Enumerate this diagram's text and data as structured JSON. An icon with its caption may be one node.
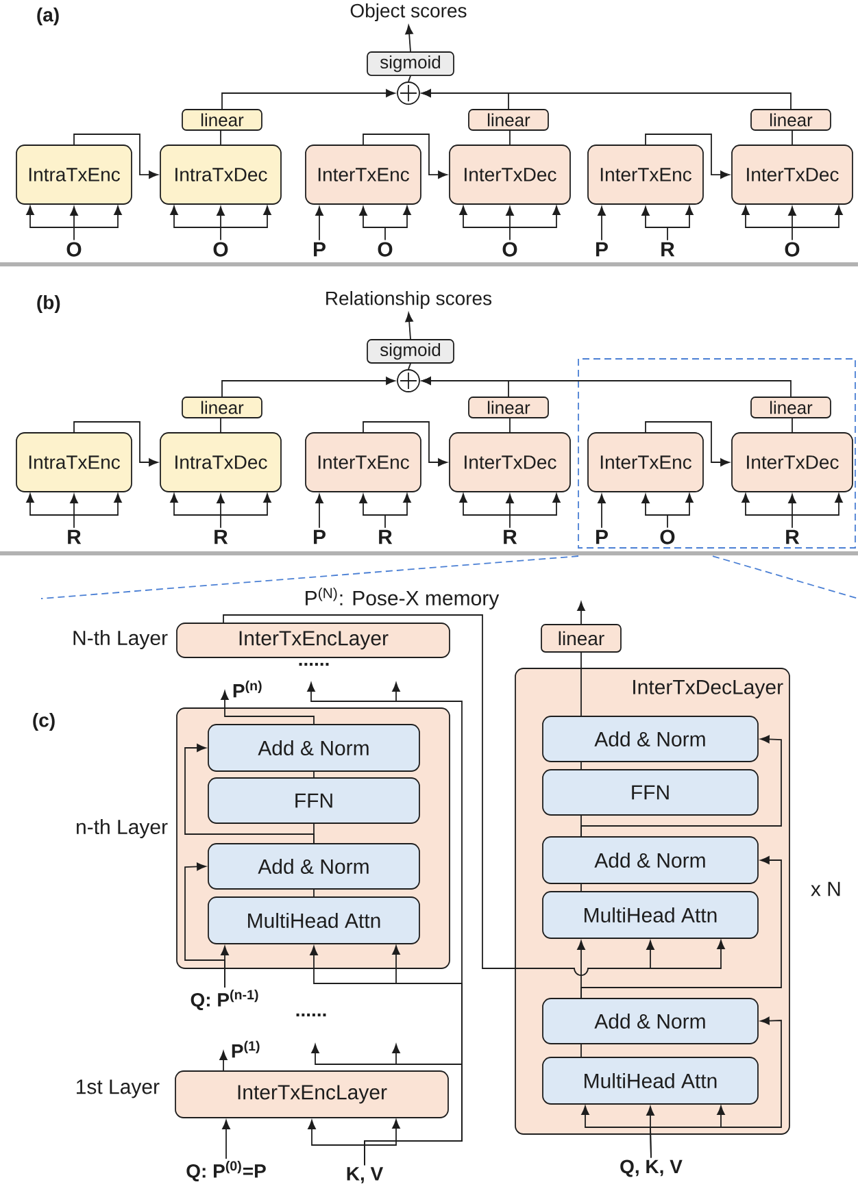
{
  "diagram": {
    "nodes": [
      {
        "text": [
          "IntraTxEnc"
        ]
      },
      {
        "text": [
          "IntraTxDec"
        ]
      },
      {
        "text": [
          "InterTxEnc"
        ]
      },
      {
        "text": [
          "InterTxDec"
        ]
      },
      {
        "text": [
          "InterTxEnc"
        ]
      },
      {
        "text": [
          "InterTxDec"
        ]
      },
      {
        "text": [
          "linear"
        ]
      },
      {
        "text": [
          "linear"
        ]
      },
      {
        "text": [
          "linear"
        ]
      },
      {
        "text": [],
        "shape": "circle"
      },
      {
        "text": [
          "sigmoid"
        ]
      },
      {
        "text": [
          "Object scores"
        ]
      },
      {
        "text": [
          "O"
        ]
      },
      {
        "text": [
          "O"
        ]
      },
      {
        "text": [
          "P"
        ]
      },
      {
        "text": [
          "O"
        ]
      },
      {
        "text": [
          "O"
        ]
      },
      {
        "text": [
          "P"
        ]
      },
      {
        "text": [
          "R"
        ]
      },
      {
        "text": [
          "O"
        ]
      },
      {
        "text": [
          "IntraTxEnc"
        ]
      },
      {
        "text": [
          "IntraTxDec"
        ]
      },
      {
        "text": [
          "InterTxEnc"
        ]
      },
      {
        "text": [
          "InterTxDec"
        ]
      },
      {
        "text": [
          "InterTxEnc"
        ]
      },
      {
        "text": [
          "InterTxDec"
        ]
      },
      {
        "text": [
          "linear"
        ]
      },
      {
        "text": [
          "linear"
        ]
      },
      {
        "text": [
          "linear"
        ]
      },
      {
        "text": [],
        "shape": "circle"
      },
      {
        "text": [
          "sigmoid"
        ]
      },
      {
        "text": [
          "Relationship scores"
        ]
      },
      {
        "text": [
          "R"
        ]
      },
      {
        "text": [
          "R"
        ]
      },
      {
        "text": [
          "P"
        ]
      },
      {
        "text": [
          "R"
        ]
      },
      {
        "text": [
          "R"
        ]
      },
      {
        "text": [
          "P"
        ]
      },
      {
        "text": [
          "O"
        ]
      },
      {
        "text": [
          "R"
        ]
      },
      {
        "text": [
          "InterTxEncLayer"
        ],
        "beside": [
          "N-th Layer"
        ]
      },
      {
        "text": [
          "P$^{(n)}$"
        ]
      },
      {
        "text": [],
        "shape": "box",
        "beside": [
          "n-th Layer"
        ]
      },
      {
        "text": [
          "Add & Norm"
        ],
        "in": 42
      },
      {
        "text": [
          "FFN"
        ],
        "in": 42
      },
      {
        "text": [
          "Add & Norm"
        ],
        "in": 42
      },
      {
        "text": [
          "MultiHead Attn"
        ],
        "in": 42
      },
      {
        "text": [
          "Q: P$^{(n-1)}$"
        ]
      },
      {
        "text": [
          "P$^{(1)}$"
        ]
      },
      {
        "text": [
          "InterTxEncLayer"
        ],
        "beside": [
          "1st Layer"
        ]
      },
      {
        "text": [
          "Q: P$^{(0)}$=P"
        ]
      },
      {
        "text": [
          "K, V"
        ]
      },
      {
        "text": [
          "linear"
        ]
      },
      {
        "text": [
          "InterTxDecLayer"
        ],
        "beside": [
          "x N"
        ]
      },
      {
        "text": [
          "Add & Norm"
        ],
        "in": 53
      },
      {
        "text": [
          "FFN"
        ],
        "in": 53
      },
      {
        "text": [
          "Add & Norm"
        ],
        "in": 53
      },
      {
        "text": [
          "MultiHead Attn"
        ],
        "in": 53
      },
      {
        "text": [
          "Add & Norm"
        ],
        "in": 53
      },
      {
        "text": [
          "MultiHead Attn"
        ],
        "in": 53
      },
      {
        "text": [
          "Q, K, V"
        ]
      }
    ],
    "edges": [
      {
        "from": 12,
        "to": 0,
        "arrow": "to"
      },
      {
        "from": 13,
        "to": 1,
        "arrow": "to"
      },
      {
        "from": 14,
        "to": 2,
        "arrow": "to"
      },
      {
        "from": 15,
        "to": 2,
        "arrow": "to"
      },
      {
        "from": 16,
        "to": 3,
        "arrow": "to"
      },
      {
        "from": 17,
        "to": 4,
        "arrow": "to"
      },
      {
        "from": 18,
        "to": 4,
        "arrow": "to"
      },
      {
        "from": 19,
        "to": 5,
        "arrow": "to"
      },
      {
        "from": 0,
        "to": 1,
        "arrow": "to"
      },
      {
        "from": 2,
        "to": 3,
        "arrow": "to"
      },
      {
        "from": 4,
        "to": 5,
        "arrow": "to"
      },
      {
        "from": 1,
        "to": 6,
        "arrow": "none"
      },
      {
        "from": 3,
        "to": 7,
        "arrow": "none"
      },
      {
        "from": 5,
        "to": 8,
        "arrow": "none"
      },
      {
        "from": 6,
        "to": 9,
        "arrow": "to"
      },
      {
        "from": 7,
        "to": 9,
        "arrow": "to"
      },
      {
        "from": 8,
        "to": 9,
        "arrow": "to"
      },
      {
        "from": 9,
        "to": 10,
        "arrow": "none"
      },
      {
        "from": 10,
        "to": 11,
        "arrow": "to"
      },
      {
        "from": 32,
        "to": 20,
        "arrow": "to"
      },
      {
        "from": 33,
        "to": 21,
        "arrow": "to"
      },
      {
        "from": 34,
        "to": 22,
        "arrow": "to"
      },
      {
        "from": 35,
        "to": 22,
        "arrow": "to"
      },
      {
        "from": 36,
        "to": 23,
        "arrow": "to"
      },
      {
        "from": 37,
        "to": 24,
        "arrow": "to"
      },
      {
        "from": 38,
        "to": 24,
        "arrow": "to"
      },
      {
        "from": 39,
        "to": 25,
        "arrow": "to"
      },
      {
        "from": 20,
        "to": 21,
        "arrow": "to"
      },
      {
        "from": 22,
        "to": 23,
        "arrow": "to"
      },
      {
        "from": 24,
        "to": 25,
        "arrow": "to"
      },
      {
        "from": 21,
        "to": 26,
        "arrow": "none"
      },
      {
        "from": 23,
        "to": 27,
        "arrow": "none"
      },
      {
        "from": 25,
        "to": 28,
        "arrow": "none"
      },
      {
        "from": 26,
        "to": 29,
        "arrow": "to"
      },
      {
        "from": 27,
        "to": 29,
        "arrow": "to"
      },
      {
        "from": 28,
        "to": 29,
        "arrow": "to"
      },
      {
        "from": 29,
        "to": 30,
        "arrow": "none"
      },
      {
        "from": 30,
        "to": 31,
        "arrow": "to"
      },
      {
        "from": 47,
        "to": 46,
        "arrow": "to"
      },
      {
        "from": 47,
        "to": 45,
        "arrow": "to"
      },
      {
        "from": 46,
        "to": 45,
        "arrow": "none"
      },
      {
        "from": 45,
        "to": 44,
        "arrow": "none"
      },
      {
        "from": 45,
        "to": 43,
        "arrow": "to"
      },
      {
        "from": 44,
        "to": 43,
        "arrow": "none"
      },
      {
        "from": 43,
        "to": 41,
        "arrow": "to"
      },
      {
        "from": 51,
        "to": 49,
        "arrow": "to"
      },
      {
        "from": 51,
        "to": 46,
        "arrow": "to"
      },
      {
        "from": 51,
        "to": null,
        "arrow": "to"
      },
      {
        "from": 51,
        "to": null,
        "arrow": "to"
      },
      {
        "from": 50,
        "to": 49,
        "arrow": "to"
      },
      {
        "from": 49,
        "to": 48,
        "arrow": "to"
      },
      {
        "from": 40,
        "to": 57,
        "arrow": "to",
        "label": "P$^{(N)}$: Pose-X memory"
      },
      {
        "from": 60,
        "to": 59,
        "arrow": "to"
      },
      {
        "from": 60,
        "to": 58,
        "arrow": "to"
      },
      {
        "from": 59,
        "to": 58,
        "arrow": "none"
      },
      {
        "from": 58,
        "to": 57,
        "arrow": "to"
      },
      {
        "from": 58,
        "to": 56,
        "arrow": "to"
      },
      {
        "from": 57,
        "to": 56,
        "arrow": "none"
      },
      {
        "from": 56,
        "to": 55,
        "arrow": "none"
      },
      {
        "from": 56,
        "to": 54,
        "arrow": "to"
      },
      {
        "from": 55,
        "to": 54,
        "arrow": "none"
      },
      {
        "from": 54,
        "to": 52,
        "arrow": "none"
      },
      {
        "from": 52,
        "to": null,
        "arrow": "to"
      }
    ],
    "labels": [
      "(a)",
      "(b)",
      "......",
      "(c)",
      "......"
    ]
  }
}
